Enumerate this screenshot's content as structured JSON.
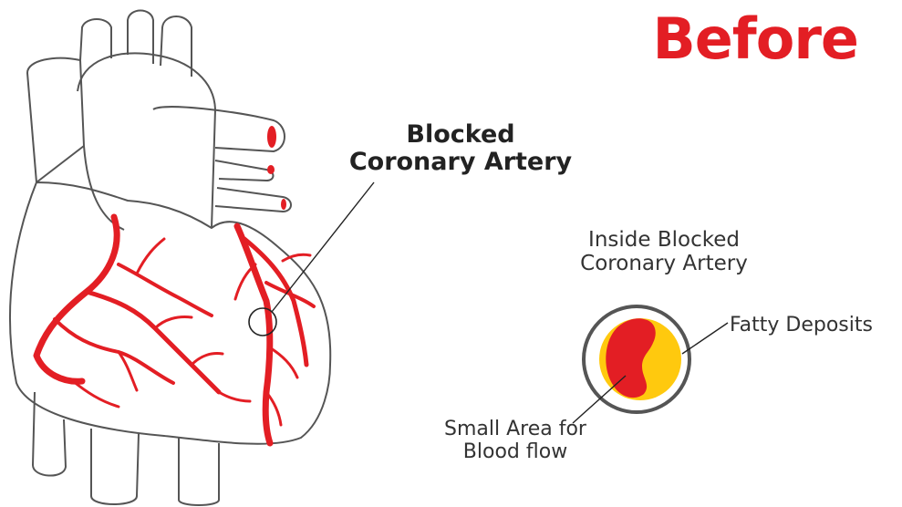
{
  "title": "Before",
  "labels": {
    "blocked_line1": "Blocked",
    "blocked_line2": "Coronary Artery",
    "inside_line1": "Inside Blocked",
    "inside_line2": "Coronary Artery",
    "fatty": "Fatty Deposits",
    "small_line1": "Small Area for",
    "small_line2": "Blood flow"
  },
  "colors": {
    "accent": "#e31e24",
    "artery": "#e31e24",
    "deposit": "#ffc90e",
    "outline": "#555555",
    "text": "#222222"
  }
}
